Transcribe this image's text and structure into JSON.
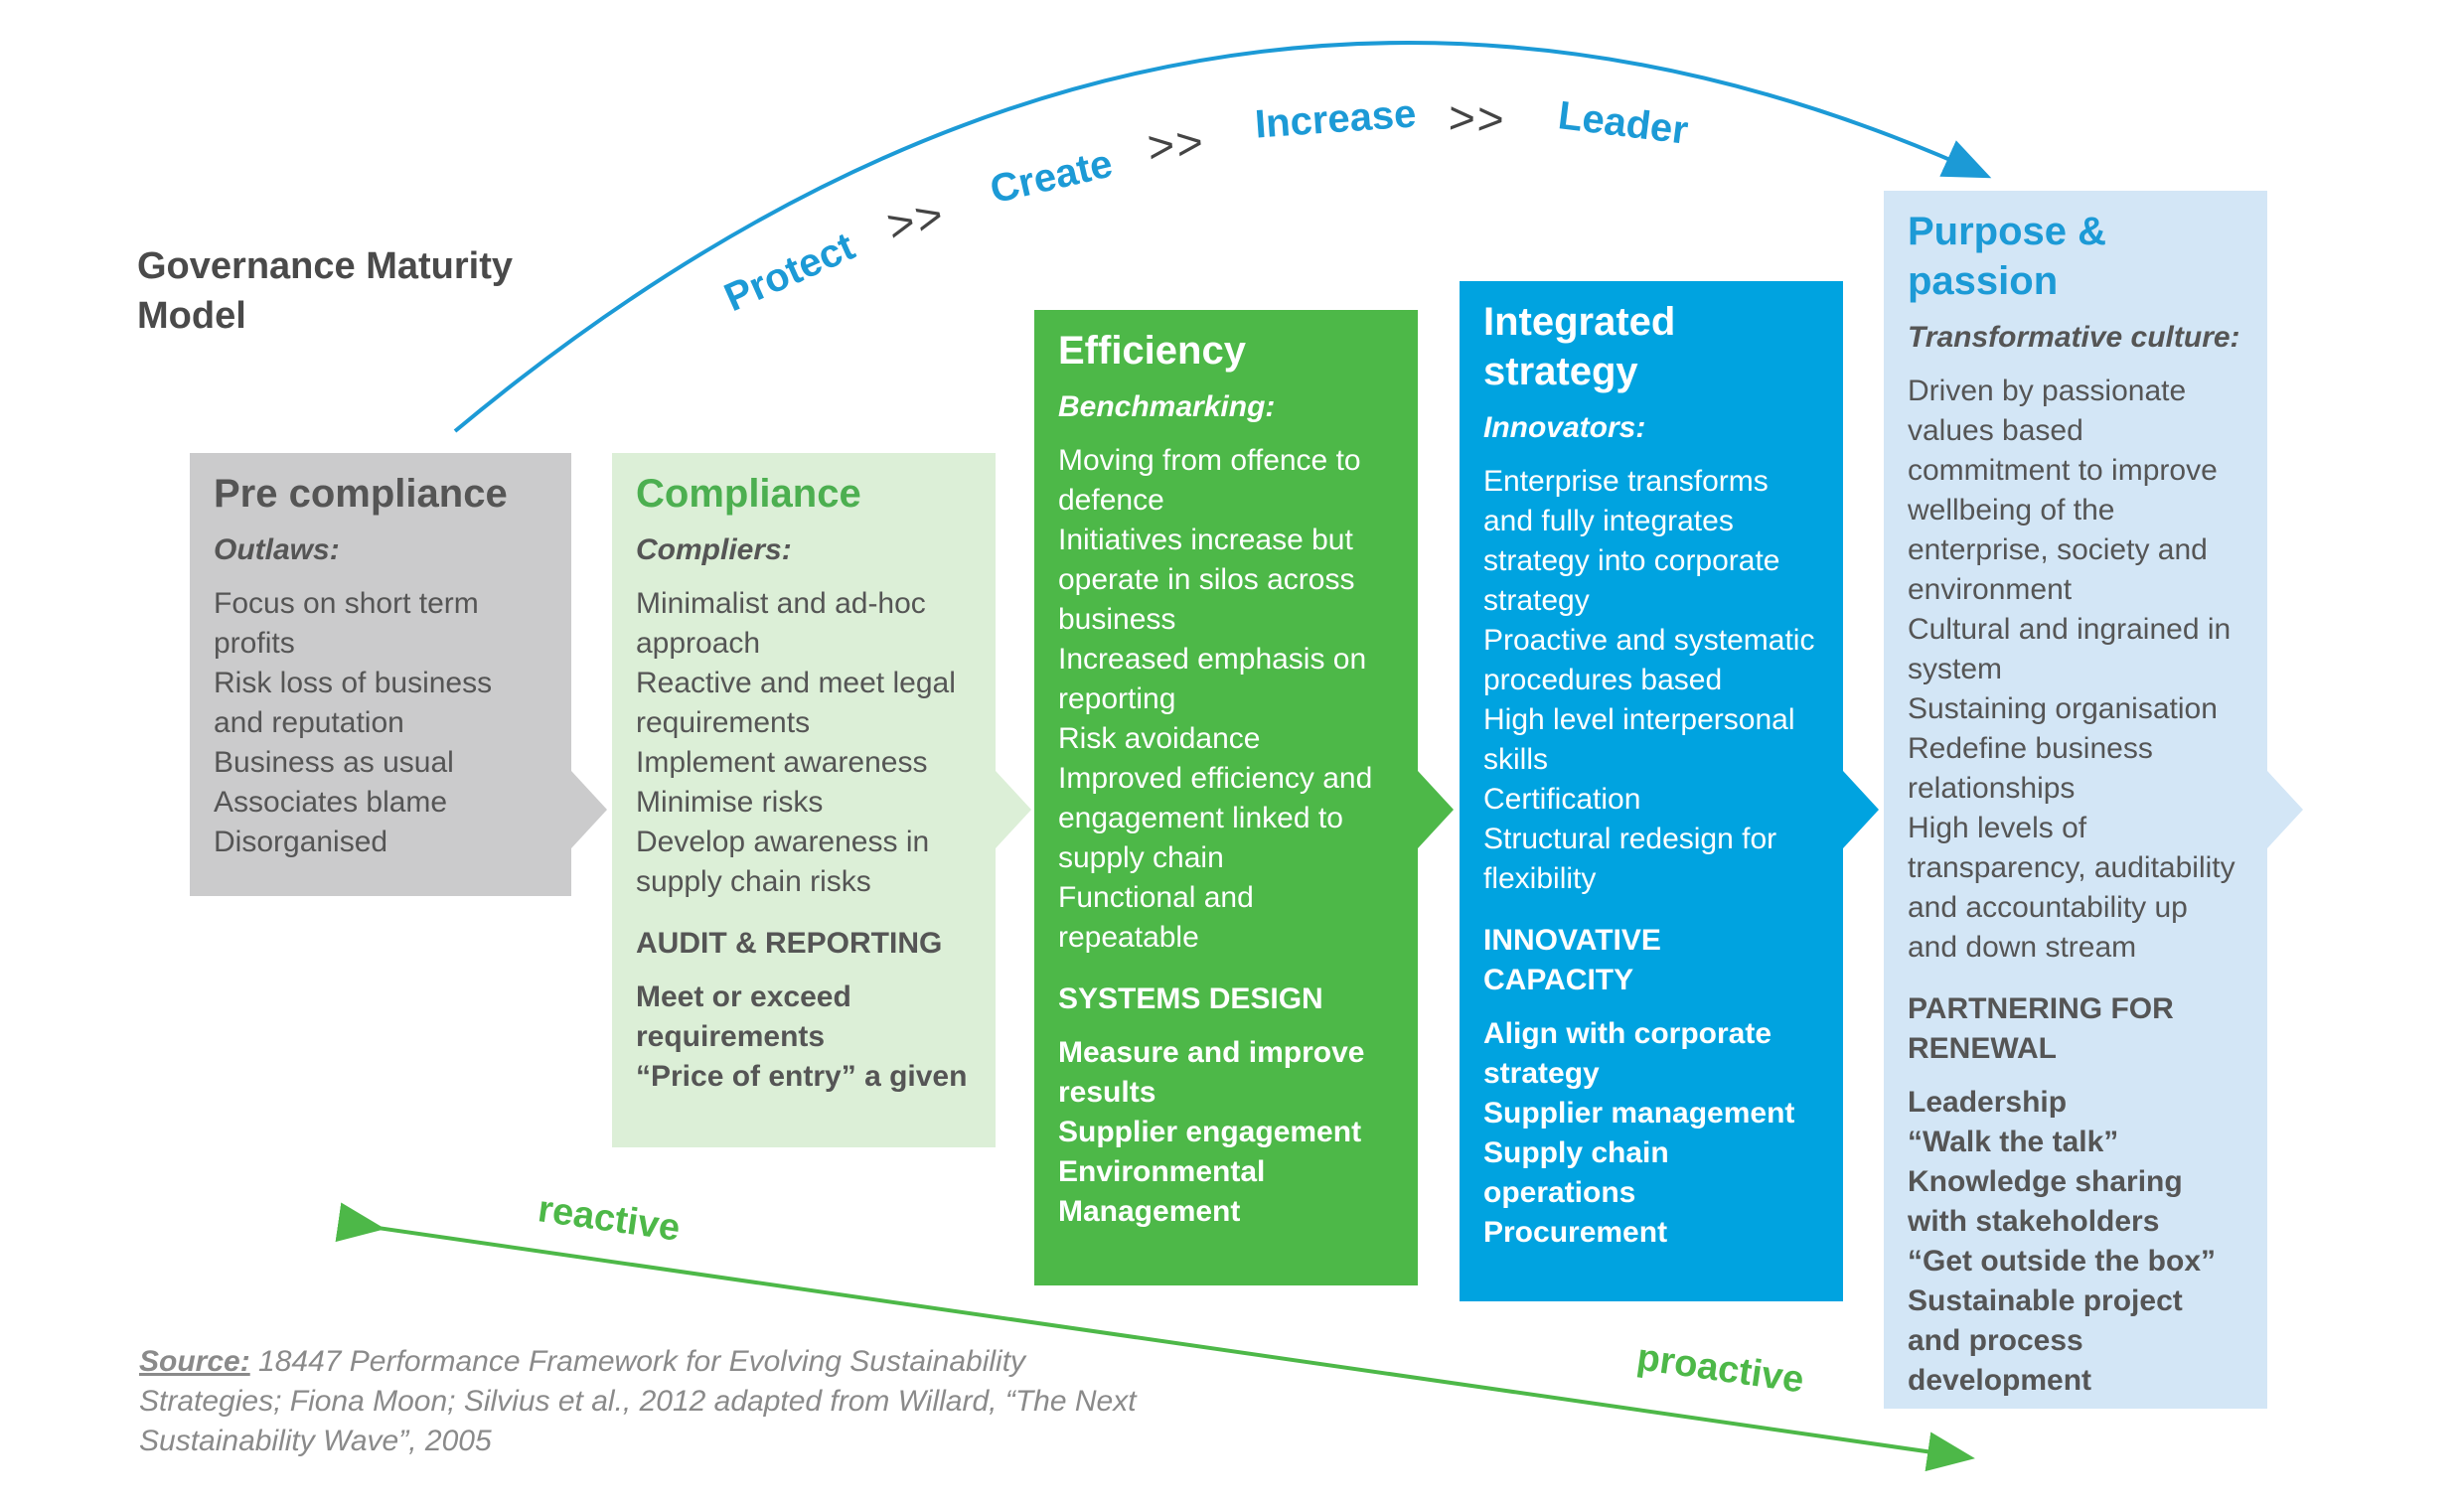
{
  "title": "Governance Maturity Model",
  "arc_labels": [
    "Protect",
    "Create",
    "Increase",
    "Leader"
  ],
  "arc_separator": ">>",
  "axis": {
    "left": "reactive",
    "right": "proactive"
  },
  "stages": {
    "pre": {
      "title": "Pre compliance",
      "subtitle": "Outlaws:",
      "items": [
        "Focus on short term profits",
        "Risk loss of business and reputation",
        "Business as usual",
        "Associates blame",
        "Disorganised"
      ]
    },
    "compliance": {
      "title": "Compliance",
      "subtitle": "Compliers:",
      "items": [
        "Minimalist and ad-hoc approach",
        "Reactive and meet legal requirements",
        "Implement awareness",
        "Minimise risks",
        "Develop awareness in supply chain risks"
      ],
      "capability": "AUDIT & REPORTING",
      "capability_items": [
        "Meet or exceed requirements",
        "“Price of entry” a given"
      ]
    },
    "efficiency": {
      "title": "Efficiency",
      "subtitle": "Benchmarking:",
      "items": [
        "Moving from offence to defence",
        "Initiatives increase but operate in silos across business",
        "Increased emphasis on reporting",
        "Risk avoidance",
        "Improved efficiency and engagement linked to supply chain",
        "Functional and repeatable"
      ],
      "capability": "SYSTEMS DESIGN",
      "capability_items": [
        "Measure and improve results",
        "Supplier engagement",
        "Environmental Management"
      ]
    },
    "integrated": {
      "title": "Integrated strategy",
      "subtitle": "Innovators:",
      "items": [
        "Enterprise transforms and fully integrates strategy into corporate strategy",
        "Proactive and systematic procedures based",
        "High level interpersonal skills",
        "Certification",
        "Structural redesign for flexibility"
      ],
      "capability": "INNOVATIVE CAPACITY",
      "capability_items": [
        "Align with corporate strategy",
        "Supplier management",
        "Supply chain operations",
        "Procurement"
      ]
    },
    "purpose": {
      "title": "Purpose & passion",
      "subtitle": "Transformative culture:",
      "items": [
        "Driven by passionate values based commitment to improve wellbeing of the enterprise, society and environment",
        "Cultural and ingrained in system",
        "Sustaining organisation",
        "Redefine business relationships",
        "High levels of transparency, auditability and accountability up and down stream"
      ],
      "capability": "PARTNERING FOR RENEWAL",
      "capability_items": [
        "Leadership",
        "“Walk the talk”",
        "Knowledge sharing with stakeholders",
        "“Get outside the box”",
        "Sustainable project and process development"
      ]
    }
  },
  "source": {
    "label": "Source:",
    "text": " 18447 Performance Framework for Evolving Sustainability Strategies; Fiona Moon; Silvius et al., 2012 adapted from Willard, “The Next Sustainability Wave”, 2005"
  },
  "colors": {
    "pre": "#cbcbcc",
    "compliance": "#dcefd7",
    "efficiency": "#4db848",
    "integrated": "#00a3e0",
    "purpose": "#d3e6f6",
    "arc": "#1c9ad6",
    "axis": "#4db848"
  }
}
